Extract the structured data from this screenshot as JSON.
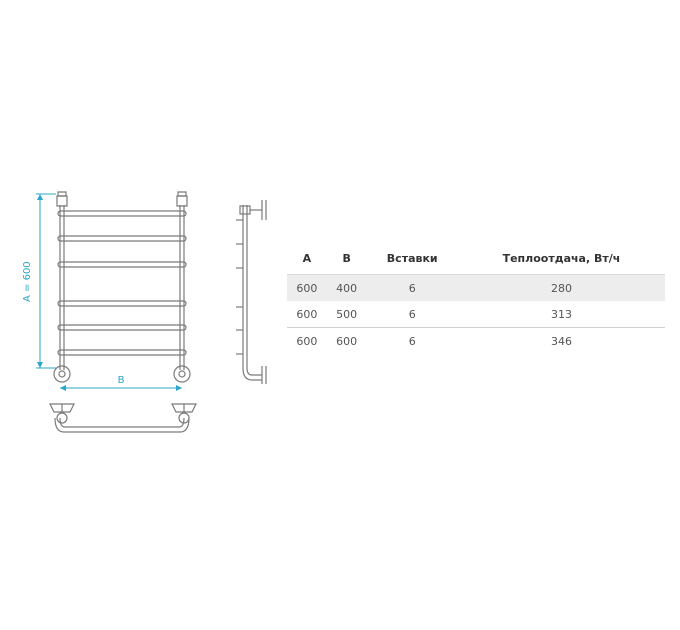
{
  "drawing": {
    "height_label": "A = 600",
    "width_label": "B",
    "line_color": "#2aa6c8",
    "outline_color": "#7a7a7a"
  },
  "table": {
    "headers": [
      "A",
      "B",
      "Вставки",
      "Теплоотдача, Вт/ч"
    ],
    "rows": [
      [
        "600",
        "400",
        "6",
        "280"
      ],
      [
        "600",
        "500",
        "6",
        "313"
      ],
      [
        "600",
        "600",
        "6",
        "346"
      ]
    ]
  }
}
